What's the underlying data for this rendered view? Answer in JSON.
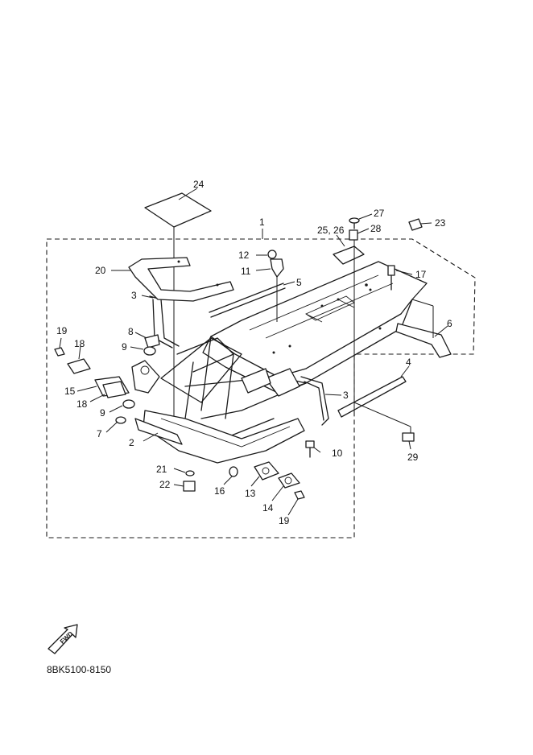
{
  "diagram": {
    "catalog_code": "8BK5100-8150",
    "fwd_label": "FWD",
    "callouts": [
      {
        "id": "c1",
        "text": "1"
      },
      {
        "id": "c2",
        "text": "2"
      },
      {
        "id": "c3a",
        "text": "3"
      },
      {
        "id": "c3b",
        "text": "3"
      },
      {
        "id": "c4",
        "text": "4"
      },
      {
        "id": "c5",
        "text": "5"
      },
      {
        "id": "c6",
        "text": "6"
      },
      {
        "id": "c7",
        "text": "7"
      },
      {
        "id": "c8",
        "text": "8"
      },
      {
        "id": "c9a",
        "text": "9"
      },
      {
        "id": "c9b",
        "text": "9"
      },
      {
        "id": "c10",
        "text": "10"
      },
      {
        "id": "c11",
        "text": "11"
      },
      {
        "id": "c12",
        "text": "12"
      },
      {
        "id": "c13",
        "text": "13"
      },
      {
        "id": "c14",
        "text": "14"
      },
      {
        "id": "c15",
        "text": "15"
      },
      {
        "id": "c16",
        "text": "16"
      },
      {
        "id": "c17",
        "text": "17"
      },
      {
        "id": "c18a",
        "text": "18"
      },
      {
        "id": "c18b",
        "text": "18"
      },
      {
        "id": "c19a",
        "text": "19"
      },
      {
        "id": "c19b",
        "text": "19"
      },
      {
        "id": "c20",
        "text": "20"
      },
      {
        "id": "c21",
        "text": "21"
      },
      {
        "id": "c22",
        "text": "22"
      },
      {
        "id": "c23",
        "text": "23"
      },
      {
        "id": "c24",
        "text": "24"
      },
      {
        "id": "c2526",
        "text": "25, 26"
      },
      {
        "id": "c27",
        "text": "27"
      },
      {
        "id": "c28",
        "text": "28"
      },
      {
        "id": "c29",
        "text": "29"
      }
    ]
  }
}
